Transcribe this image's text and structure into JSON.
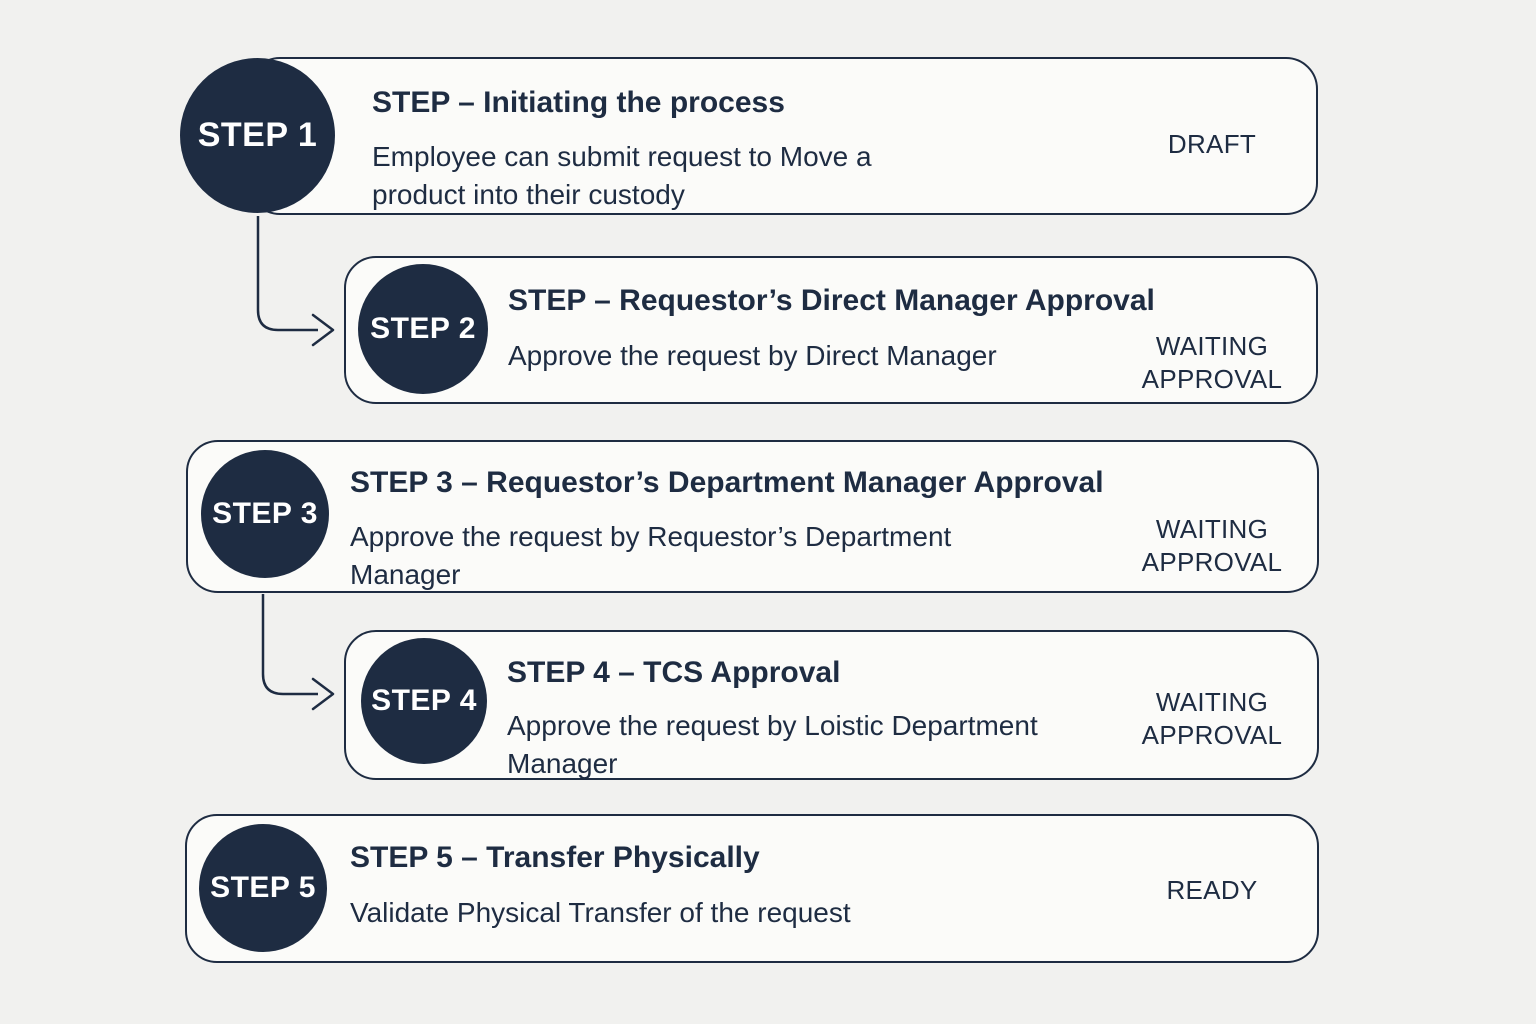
{
  "diagram": {
    "steps": [
      {
        "badge": "STEP 1",
        "title": "STEP – Initiating the process",
        "description": "Employee can submit request to Move a product into their custody",
        "status": "DRAFT"
      },
      {
        "badge": "STEP 2",
        "title": "STEP – Requestor’s Direct Manager Approval",
        "description": "Approve the request by Direct Manager",
        "status": "WAITING APPROVAL"
      },
      {
        "badge": "STEP 3",
        "title": "STEP 3 – Requestor’s Department Manager Approval",
        "description": "Approve the request by Requestor’s Department Manager",
        "status": "WAITING APPROVAL"
      },
      {
        "badge": "STEP 4",
        "title": "STEP 4 – TCS Approval",
        "description": "Approve the request by Loistic Department Manager",
        "status": "WAITING APPROVAL"
      },
      {
        "badge": "STEP 5",
        "title": "STEP 5 – Transfer Physically",
        "description": "Validate Physical Transfer of the request",
        "status": "READY"
      }
    ],
    "connectors": [
      {
        "from": "STEP 1",
        "to": "STEP 2"
      },
      {
        "from": "STEP 3",
        "to": "STEP 4"
      }
    ],
    "colors": {
      "navy": "#1e2c42",
      "background": "#f1f1ef",
      "card_fill": "#fbfbf9",
      "badge_text": "#ffffff"
    }
  }
}
